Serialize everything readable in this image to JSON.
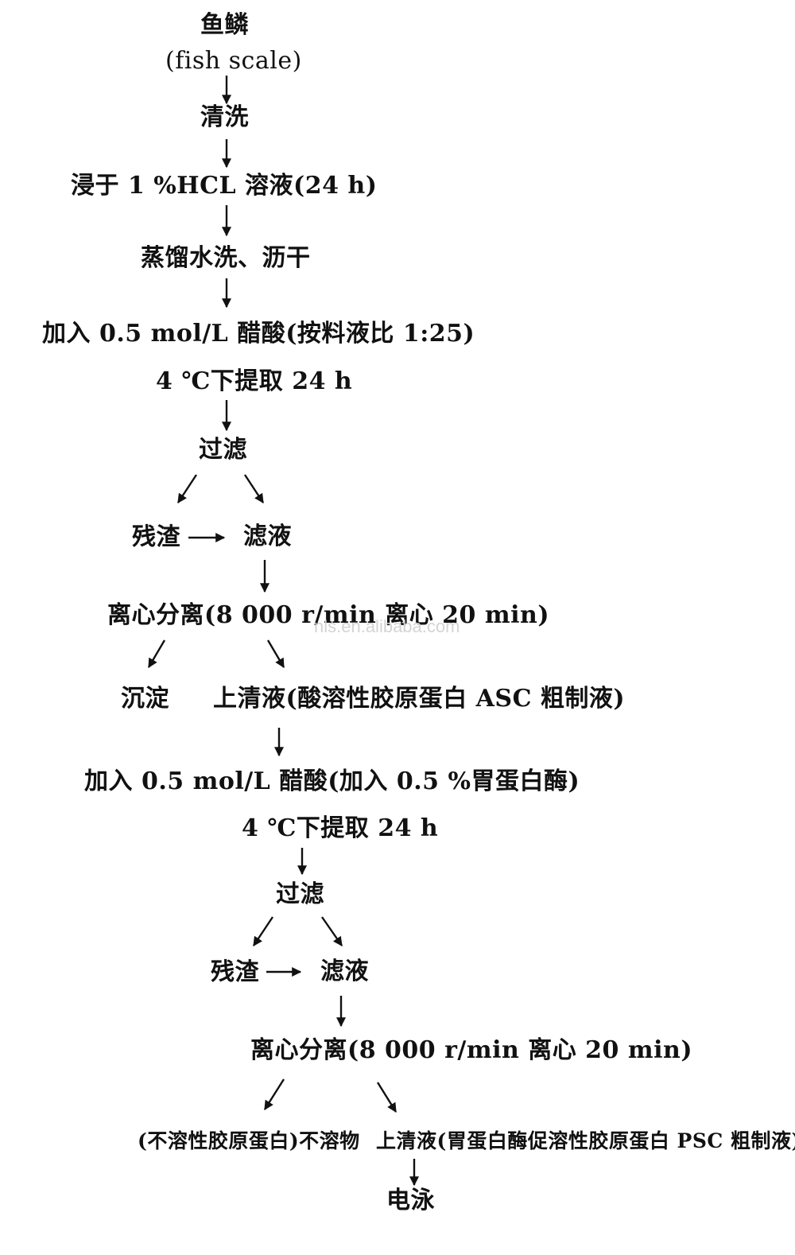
{
  "nodes": {
    "fish_scale": "鱼鳞",
    "fish_scale_en": "(fish scale)",
    "wash": "清洗",
    "soak": "浸于 1 %HCL 溶液(24 h)",
    "rinse": "蒸馏水洗、沥干",
    "acetic1": "加入 0.5 mol/L 醋酸(按料液比 1:25)",
    "extract1": "4 ℃下提取 24 h",
    "filter1": "过滤",
    "residue1": "残渣",
    "filtrate1": "滤液",
    "centrifuge1": "离心分离(8 000 r/min 离心 20 min)",
    "precipitate1": "沉淀",
    "supernatant1": "上清液(酸溶性胶原蛋白 ASC 粗制液)",
    "acetic2": "加入 0.5 mol/L 醋酸(加入 0.5 %胃蛋白酶)",
    "extract2": "4 ℃下提取 24 h",
    "filter2": "过滤",
    "residue2": "残渣",
    "filtrate2": "滤液",
    "centrifuge2": "离心分离(8 000 r/min 离心 20 min)",
    "insoluble": "(不溶性胶原蛋白)不溶物",
    "supernatant2": "上清液(胃蛋白酶促溶性胶原蛋白 PSC 粗制液)",
    "electrophoresis": "电泳"
  },
  "watermark": "nls.en.alibaba.com"
}
